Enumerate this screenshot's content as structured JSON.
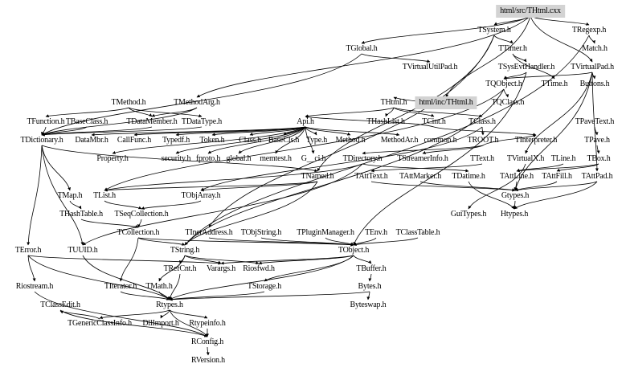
{
  "diagram": {
    "title": "include dependency graph of html/src/THtml.cxx",
    "highlight_color": "#d3d3d3",
    "nodes": [
      {
        "id": "THtml_cxx",
        "label": "html/src/THtml.cxx",
        "highlight": true
      },
      {
        "id": "TSystem",
        "label": "TSystem.h"
      },
      {
        "id": "TRegexp",
        "label": "TRegexp.h"
      },
      {
        "id": "TGlobal",
        "label": "TGlobal.h"
      },
      {
        "id": "TTimer",
        "label": "TTimer.h"
      },
      {
        "id": "Match",
        "label": "Match.h"
      },
      {
        "id": "TVirtualUtilPad",
        "label": "TVirtualUtilPad.h"
      },
      {
        "id": "TSysEvtHandler",
        "label": "TSysEvtHandler.h"
      },
      {
        "id": "TVirtualPad",
        "label": "TVirtualPad.h"
      },
      {
        "id": "TQObject",
        "label": "TQObject.h"
      },
      {
        "id": "TTime",
        "label": "TTime.h"
      },
      {
        "id": "Buttons",
        "label": "Buttons.h"
      },
      {
        "id": "TMethod",
        "label": "TMethod.h"
      },
      {
        "id": "TMethodArg",
        "label": "TMethodArg.h"
      },
      {
        "id": "THtml_h",
        "label": "THtml.h"
      },
      {
        "id": "THtml_inc",
        "label": "html/inc/THtml.h",
        "highlight": true
      },
      {
        "id": "TQClass",
        "label": "TQClass.h"
      },
      {
        "id": "TFunction",
        "label": "TFunction.h"
      },
      {
        "id": "TBaseClass",
        "label": "TBaseClass.h"
      },
      {
        "id": "TDataMember",
        "label": "TDataMember.h"
      },
      {
        "id": "TDataType",
        "label": "TDataType.h"
      },
      {
        "id": "Api",
        "label": "Api.h"
      },
      {
        "id": "THashList",
        "label": "THashList.h"
      },
      {
        "id": "TCint",
        "label": "TCint.h"
      },
      {
        "id": "TClass",
        "label": "TClass.h"
      },
      {
        "id": "TPaveText",
        "label": "TPaveText.h"
      },
      {
        "id": "TDictionary",
        "label": "TDictionary.h"
      },
      {
        "id": "DataMbr",
        "label": "DataMbr.h"
      },
      {
        "id": "CallFunc",
        "label": "CallFunc.h"
      },
      {
        "id": "Typedf",
        "label": "Typedf.h"
      },
      {
        "id": "Token",
        "label": "Token.h"
      },
      {
        "id": "Class",
        "label": "Class.h"
      },
      {
        "id": "BaseCls",
        "label": "BaseCls.h"
      },
      {
        "id": "Type",
        "label": "Type.h"
      },
      {
        "id": "Method",
        "label": "Method.h"
      },
      {
        "id": "MethodAr",
        "label": "MethodAr.h"
      },
      {
        "id": "common",
        "label": "common.h"
      },
      {
        "id": "TROOT",
        "label": "TROOT.h"
      },
      {
        "id": "TInterpreter",
        "label": "TInterpreter.h"
      },
      {
        "id": "TPave",
        "label": "TPave.h"
      },
      {
        "id": "Property",
        "label": "Property.h"
      },
      {
        "id": "security",
        "label": "security.h"
      },
      {
        "id": "fproto",
        "label": "fproto.h"
      },
      {
        "id": "global",
        "label": "global.h"
      },
      {
        "id": "memtest",
        "label": "memtest.h"
      },
      {
        "id": "G__ci",
        "label": "G__ci.h"
      },
      {
        "id": "TDirectory",
        "label": "TDirectory.h"
      },
      {
        "id": "TStreamerInfo",
        "label": "TStreamerInfo.h"
      },
      {
        "id": "TText",
        "label": "TText.h"
      },
      {
        "id": "TVirtualX",
        "label": "TVirtualX.h"
      },
      {
        "id": "TLine",
        "label": "TLine.h"
      },
      {
        "id": "TBox",
        "label": "TBox.h"
      },
      {
        "id": "TNamed",
        "label": "TNamed.h"
      },
      {
        "id": "TAttText",
        "label": "TAttText.h"
      },
      {
        "id": "TAttMarker",
        "label": "TAttMarker.h"
      },
      {
        "id": "TDatime",
        "label": "TDatime.h"
      },
      {
        "id": "TAttLine",
        "label": "TAttLine.h"
      },
      {
        "id": "TAttFill",
        "label": "TAttFill.h"
      },
      {
        "id": "TAttPad",
        "label": "TAttPad.h"
      },
      {
        "id": "TMap",
        "label": "TMap.h"
      },
      {
        "id": "TList",
        "label": "TList.h"
      },
      {
        "id": "TObjArray",
        "label": "TObjArray.h"
      },
      {
        "id": "Gtypes",
        "label": "Gtypes.h"
      },
      {
        "id": "THashTable",
        "label": "THashTable.h"
      },
      {
        "id": "TSeqCollection",
        "label": "TSeqCollection.h"
      },
      {
        "id": "GuiTypes",
        "label": "GuiTypes.h"
      },
      {
        "id": "Htypes",
        "label": "Htypes.h"
      },
      {
        "id": "TCollection",
        "label": "TCollection.h"
      },
      {
        "id": "TInetAddress",
        "label": "TInetAddress.h"
      },
      {
        "id": "TObjString",
        "label": "TObjString.h"
      },
      {
        "id": "TPluginManager",
        "label": "TPluginManager.h"
      },
      {
        "id": "TEnv",
        "label": "TEnv.h"
      },
      {
        "id": "TClassTable",
        "label": "TClassTable.h"
      },
      {
        "id": "TError",
        "label": "TError.h"
      },
      {
        "id": "TUUID",
        "label": "TUUID.h"
      },
      {
        "id": "TString",
        "label": "TString.h"
      },
      {
        "id": "TObject",
        "label": "TObject.h"
      },
      {
        "id": "TRefCnt",
        "label": "TRefCnt.h"
      },
      {
        "id": "Varargs",
        "label": "Varargs.h"
      },
      {
        "id": "Riosfwd",
        "label": "Riosfwd.h"
      },
      {
        "id": "TBuffer",
        "label": "TBuffer.h"
      },
      {
        "id": "Riostream",
        "label": "Riostream.h"
      },
      {
        "id": "TIterator",
        "label": "TIterator.h"
      },
      {
        "id": "TMath",
        "label": "TMath.h"
      },
      {
        "id": "TStorage",
        "label": "TStorage.h"
      },
      {
        "id": "Bytes",
        "label": "Bytes.h"
      },
      {
        "id": "TClassEdit",
        "label": "TClassEdit.h"
      },
      {
        "id": "Rtypes",
        "label": "Rtypes.h"
      },
      {
        "id": "Byteswap",
        "label": "Byteswap.h"
      },
      {
        "id": "TGenericClassInfo",
        "label": "TGenericClassInfo.h"
      },
      {
        "id": "DllImport",
        "label": "DllImport.h"
      },
      {
        "id": "Rtypeinfo",
        "label": "Rtypeinfo.h"
      },
      {
        "id": "RConfig",
        "label": "RConfig.h"
      },
      {
        "id": "RVersion",
        "label": "RVersion.h"
      }
    ],
    "edges": [
      [
        "THtml_cxx",
        "TSystem"
      ],
      [
        "THtml_cxx",
        "TRegexp"
      ],
      [
        "THtml_cxx",
        "TVirtualPad"
      ],
      [
        "THtml_cxx",
        "TGlobal"
      ],
      [
        "THtml_cxx",
        "TMethodArg"
      ],
      [
        "THtml_cxx",
        "THtml_inc"
      ],
      [
        "TRegexp",
        "Match"
      ],
      [
        "TRegexp",
        "TString"
      ],
      [
        "TSystem",
        "TTimer"
      ],
      [
        "TSystem",
        "TInetAddress"
      ],
      [
        "TSystem",
        "TNamed"
      ],
      [
        "TTimer",
        "TSysEvtHandler"
      ],
      [
        "TTimer",
        "TTime"
      ],
      [
        "TSysEvtHandler",
        "TQObject"
      ],
      [
        "TSysEvtHandler",
        "TObject"
      ],
      [
        "TQObject",
        "TQClass"
      ],
      [
        "TQObject",
        "TList"
      ],
      [
        "TQObject",
        "TString"
      ],
      [
        "TVirtualPad",
        "TAttPad"
      ],
      [
        "TVirtualPad",
        "Buttons"
      ],
      [
        "TVirtualPad",
        "TVirtualX"
      ],
      [
        "TVirtualPad",
        "TQObject"
      ],
      [
        "TVirtualPad",
        "Gtypes"
      ],
      [
        "TGlobal",
        "TDictionary"
      ],
      [
        "TGlobal",
        "TVirtualUtilPad"
      ],
      [
        "TMethod",
        "TFunction"
      ],
      [
        "TMethod",
        "TDataMember"
      ],
      [
        "TMethod",
        "TDataType"
      ],
      [
        "TMethodArg",
        "TDictionary"
      ],
      [
        "TMethodArg",
        "TDataMember"
      ],
      [
        "THtml_inc",
        "THtml_h"
      ],
      [
        "THtml_h",
        "THashList"
      ],
      [
        "THtml_h",
        "TCint"
      ],
      [
        "THtml_h",
        "TClass"
      ],
      [
        "THtml_h",
        "Api"
      ],
      [
        "TFunction",
        "TDictionary"
      ],
      [
        "TBaseClass",
        "TDictionary"
      ],
      [
        "TDataMember",
        "TDictionary"
      ],
      [
        "TDataType",
        "TDictionary"
      ],
      [
        "TCint",
        "TInterpreter"
      ],
      [
        "TCint",
        "Api"
      ],
      [
        "TClass",
        "TROOT"
      ],
      [
        "TClass",
        "TObjArray"
      ],
      [
        "Api",
        "DataMbr"
      ],
      [
        "Api",
        "CallFunc"
      ],
      [
        "Api",
        "Typedf"
      ],
      [
        "Api",
        "Token"
      ],
      [
        "Api",
        "Class"
      ],
      [
        "Api",
        "BaseCls"
      ],
      [
        "Api",
        "Type"
      ],
      [
        "Api",
        "Method"
      ],
      [
        "Api",
        "MethodAr"
      ],
      [
        "Api",
        "G__ci"
      ],
      [
        "Api",
        "Property"
      ],
      [
        "Api",
        "security"
      ],
      [
        "Api",
        "fproto"
      ],
      [
        "Api",
        "global"
      ],
      [
        "Api",
        "memtest"
      ],
      [
        "TPaveText",
        "TPave"
      ],
      [
        "TPave",
        "TBox"
      ],
      [
        "TBox",
        "TAttLine"
      ],
      [
        "TBox",
        "TAttFill"
      ],
      [
        "TROOT",
        "TDirectory"
      ],
      [
        "TROOT",
        "TStreamerInfo"
      ],
      [
        "TROOT",
        "TInterpreter"
      ],
      [
        "TText",
        "TAttText"
      ],
      [
        "TLine",
        "TAttLine"
      ],
      [
        "TDictionary",
        "TNamed"
      ],
      [
        "TDictionary",
        "TMap"
      ],
      [
        "TDictionary",
        "TError"
      ],
      [
        "TDictionary",
        "TUUID"
      ],
      [
        "TDirectory",
        "TDatime"
      ],
      [
        "TDirectory",
        "TList"
      ],
      [
        "TDirectory",
        "TUUID"
      ],
      [
        "TNamed",
        "TString"
      ],
      [
        "TNamed",
        "TList"
      ],
      [
        "TNamed",
        "TObjArray"
      ],
      [
        "TAttLine",
        "Gtypes"
      ],
      [
        "TAttFill",
        "Gtypes"
      ],
      [
        "TAttPad",
        "Gtypes"
      ],
      [
        "TAttText",
        "Gtypes"
      ],
      [
        "TAttMarker",
        "Gtypes"
      ],
      [
        "TAttPad",
        "Htypes"
      ],
      [
        "Gtypes",
        "Htypes"
      ],
      [
        "TDatime",
        "Htypes"
      ],
      [
        "TVirtualX",
        "GuiTypes"
      ],
      [
        "TMap",
        "THashTable"
      ],
      [
        "TList",
        "TSeqCollection"
      ],
      [
        "TObjArray",
        "TSeqCollection"
      ],
      [
        "THashTable",
        "TCollection"
      ],
      [
        "TSeqCollection",
        "TCollection"
      ],
      [
        "TCollection",
        "TString"
      ],
      [
        "TCollection",
        "TIterator"
      ],
      [
        "TCollection",
        "TObject"
      ],
      [
        "TInetAddress",
        "TObject"
      ],
      [
        "TObjString",
        "TObject"
      ],
      [
        "TPluginManager",
        "TObject"
      ],
      [
        "TEnv",
        "TObject"
      ],
      [
        "TClassTable",
        "TObject"
      ],
      [
        "TString",
        "TRefCnt"
      ],
      [
        "TString",
        "Riosfwd"
      ],
      [
        "TString",
        "TMath"
      ],
      [
        "TString",
        "Varargs"
      ],
      [
        "TObject",
        "Varargs"
      ],
      [
        "TObject",
        "Riosfwd"
      ],
      [
        "TObject",
        "TBuffer"
      ],
      [
        "TObject",
        "TStorage"
      ],
      [
        "TObject",
        "Rtypes"
      ],
      [
        "TError",
        "Riostream"
      ],
      [
        "TError",
        "Varargs"
      ],
      [
        "TError",
        "Rtypes"
      ],
      [
        "TBuffer",
        "Bytes"
      ],
      [
        "Bytes",
        "Byteswap"
      ],
      [
        "Bytes",
        "Rtypes"
      ],
      [
        "TRefCnt",
        "Rtypes"
      ],
      [
        "TMath",
        "Rtypes"
      ],
      [
        "TStorage",
        "Rtypes"
      ],
      [
        "TIterator",
        "Rtypes"
      ],
      [
        "TClassEdit",
        "RConfig"
      ],
      [
        "TUUID",
        "Rtypes"
      ],
      [
        "Rtypes",
        "TGenericClassInfo"
      ],
      [
        "Rtypes",
        "DllImport"
      ],
      [
        "Rtypes",
        "Rtypeinfo"
      ],
      [
        "Rtypes",
        "RConfig"
      ],
      [
        "Rtypeinfo",
        "RConfig"
      ],
      [
        "RConfig",
        "RVersion"
      ],
      [
        "TGenericClassInfo",
        "TClassEdit"
      ],
      [
        "Riostream",
        "RConfig"
      ]
    ]
  }
}
